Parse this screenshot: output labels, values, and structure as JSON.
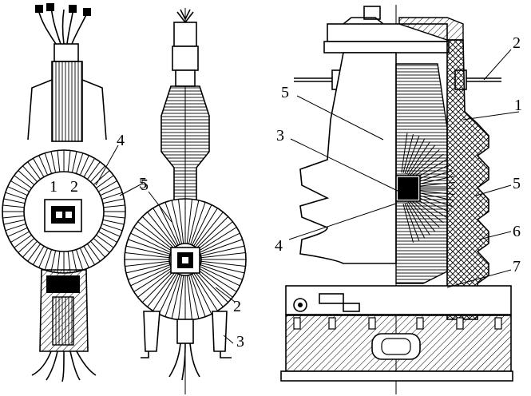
{
  "figure": {
    "left_labels": {
      "one": "1",
      "two": "2",
      "four": "4",
      "five": "5"
    },
    "middle_labels": {
      "five": "5",
      "two": "2",
      "three": "3"
    },
    "right_labels_left": {
      "five": "5",
      "three": "3",
      "four": "4"
    },
    "right_labels_right": {
      "two": "2",
      "one": "1",
      "five": "5",
      "six": "6",
      "seven": "7"
    }
  }
}
